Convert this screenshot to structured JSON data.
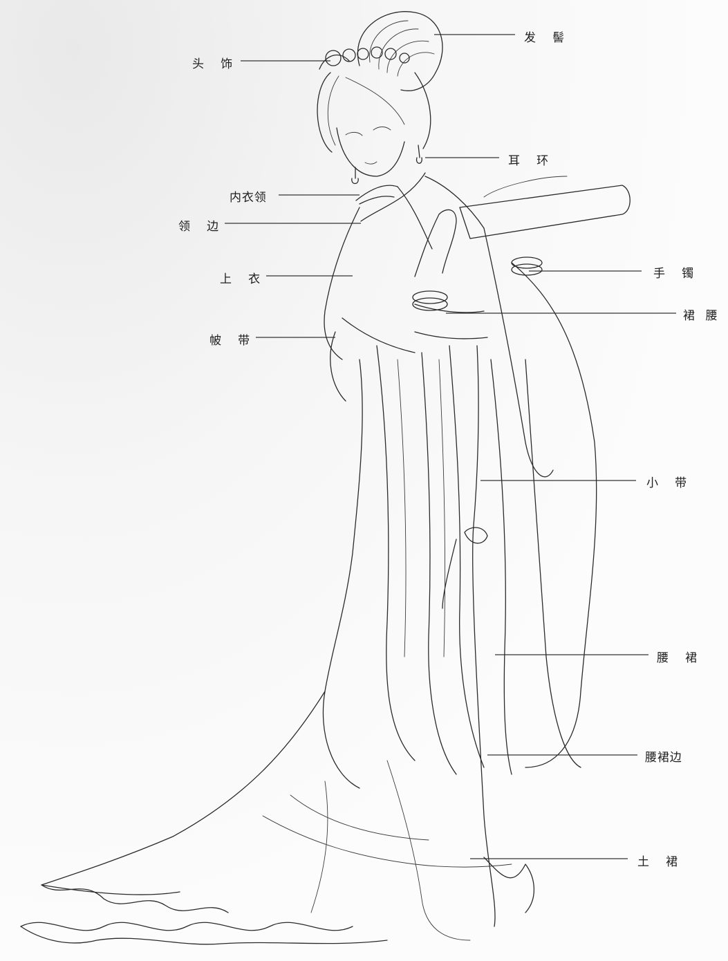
{
  "labels": {
    "hair_bun": "发 髻",
    "headdress": "头 饰",
    "earring": "耳 环",
    "inner_collar": "内衣领",
    "collar_edge": "领 边",
    "upper_garment": "上 衣",
    "shawl_sash": "帔 带",
    "bracelet": "手 镯",
    "skirt_waist": "裙 腰",
    "small_sash": "小 带",
    "waist_skirt": "腰 裙",
    "waist_skirt_edge": "腰裙边",
    "outer_skirt": "土 裙"
  }
}
